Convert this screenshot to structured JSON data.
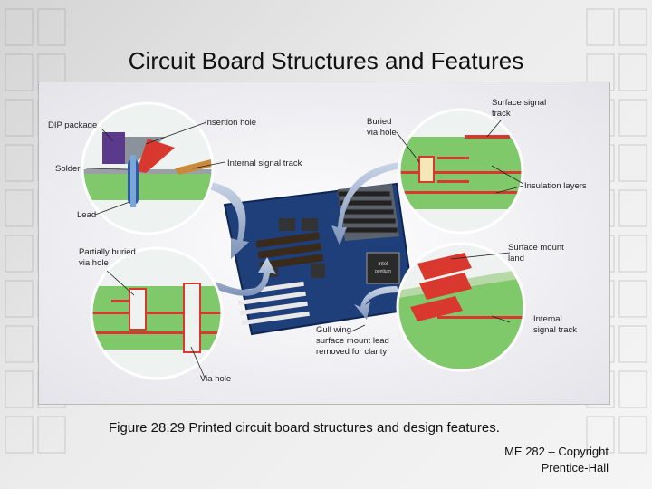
{
  "slide": {
    "title": "Circuit Board Structures and Features",
    "caption": "Figure 28.29  Printed circuit board structures and design features.",
    "copyright_line1": "ME 282 – Copyright",
    "copyright_line2": "Prentice-Hall"
  },
  "figure": {
    "labels": {
      "dip_package": "DIP package",
      "insertion_hole": "Insertion hole",
      "buried_via_hole_1": "Buried",
      "buried_via_hole_2": "via hole",
      "surface_signal_track_1": "Surface signal",
      "surface_signal_track_2": "track",
      "solder": "Solder",
      "internal_signal_track": "Internal signal track",
      "insulation_layers": "Insulation layers",
      "lead": "Lead",
      "partially_buried_1": "Partially buried",
      "partially_buried_2": "via hole",
      "surface_mount_land_1": "Surface mount",
      "surface_mount_land_2": "land",
      "internal_signal_track_2a": "Internal",
      "internal_signal_track_2b": "signal track",
      "gull_wing_1": "Gull wing",
      "gull_wing_2": "surface mount lead",
      "gull_wing_3": "removed for clarity",
      "via_hole": "Via hole",
      "chip_brand": "intel",
      "chip_model": "pentium"
    },
    "colors": {
      "board_green": "#7fc96a",
      "copper_red": "#d9382e",
      "pcb_blue": "#1f3f7a",
      "pin_blue": "#2d5aa8",
      "dip_purple": "#5b3a8c"
    }
  }
}
